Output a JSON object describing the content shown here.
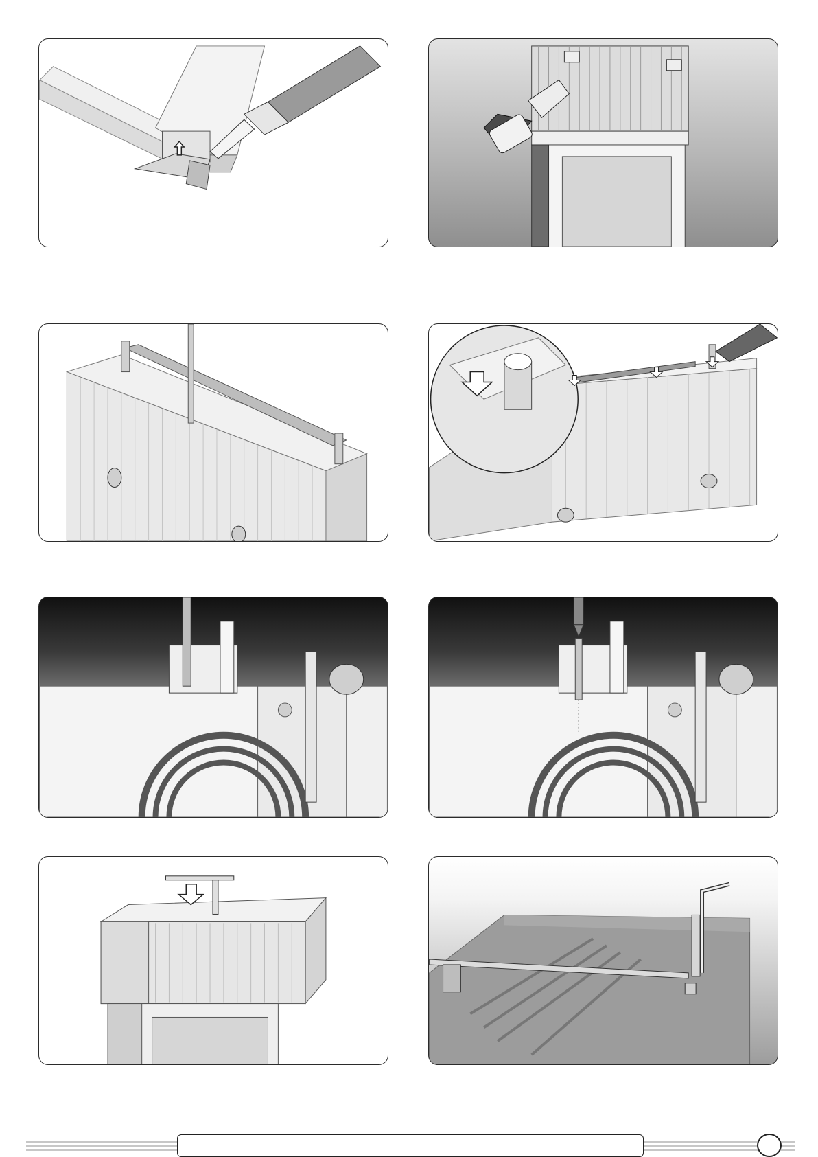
{
  "footer": {
    "title": "",
    "page_number": ""
  },
  "panels": [
    {
      "icon": "caulk-gun-end-cap-illustration"
    },
    {
      "icon": "drill-wall-brackets-illustration"
    },
    {
      "icon": "drill-box-top-illustration"
    },
    {
      "icon": "sealant-zoom-detail-illustration"
    },
    {
      "icon": "drill-profile-section-illustration"
    },
    {
      "icon": "screw-profile-section-illustration"
    },
    {
      "icon": "box-mount-over-window-illustration"
    },
    {
      "icon": "hex-key-adjust-illustration"
    }
  ]
}
